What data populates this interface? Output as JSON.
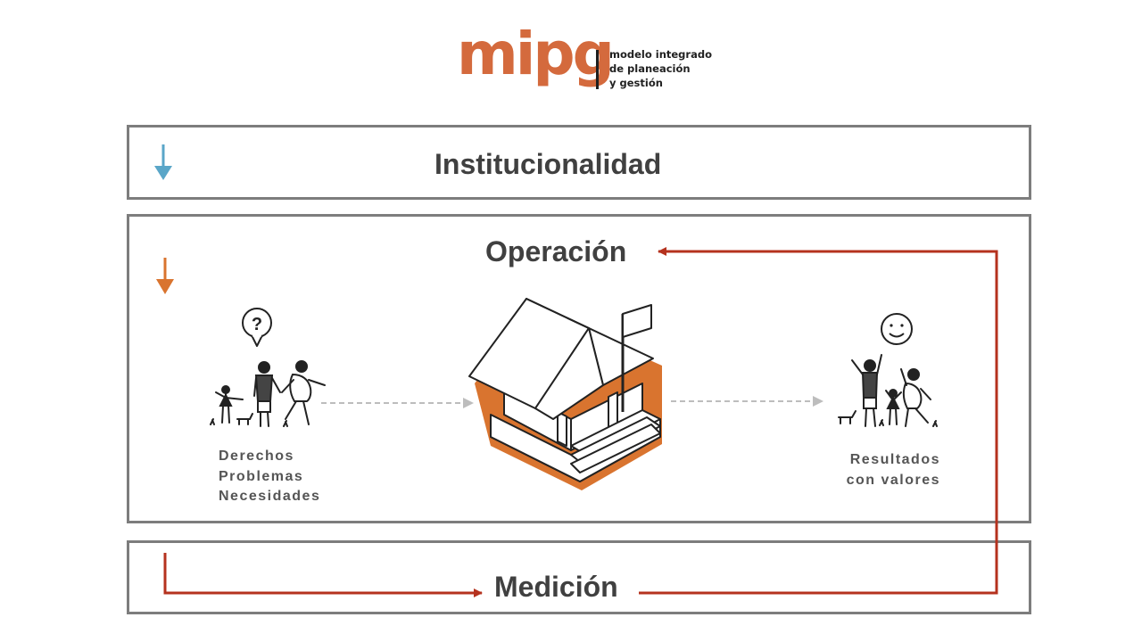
{
  "logo": {
    "wordmark": "mipg",
    "tagline": [
      "modelo integrado",
      "de planeación",
      "y gestión"
    ],
    "brand_color": "#d46a3d"
  },
  "sections": {
    "institucionalidad": {
      "title": "Institucionalidad",
      "arrow_color": "#5aa6c8"
    },
    "operacion": {
      "title": "Operación",
      "arrow_color": "#d9742f"
    },
    "medicion": {
      "title": "Medición"
    }
  },
  "labels": {
    "left": [
      "Derechos",
      "Problemas",
      "Necesidades"
    ],
    "right": [
      "Resultados",
      "con valores"
    ]
  },
  "icons": {
    "question_bubble": "?",
    "smiley": "smiley-face-icon"
  },
  "colors": {
    "border": "#7d7d7d",
    "feedback_line": "#b5321e",
    "dashed_arrow": "#bdbdbd",
    "house_shadow": "#d9742f",
    "heading_text": "#404040"
  }
}
